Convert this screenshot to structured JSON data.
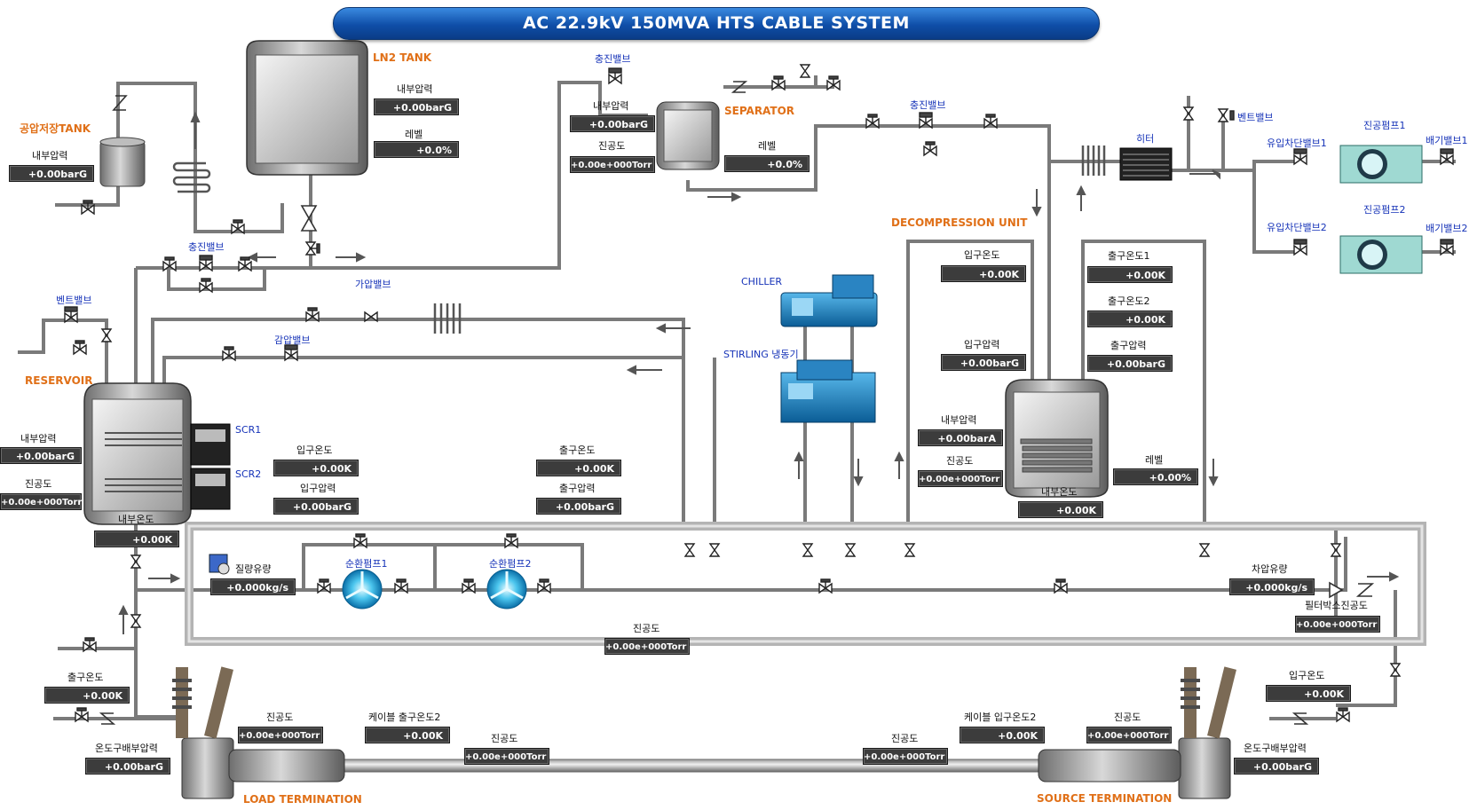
{
  "title": "AC 22.9kV 150MVA HTS CABLE SYSTEM",
  "units": {
    "ln2_tank": "LN2 TANK",
    "air_tank": "공압저장TANK",
    "separator": "SEPARATOR",
    "reservoir": "RESERVOIR",
    "decompression": "DECOMPRESSION UNIT",
    "chiller": "CHILLER",
    "stirling": "STIRLING 냉동기",
    "heater": "히터",
    "load_term": "LOAD TERMINATION",
    "source_term": "SOURCE TERMINATION",
    "scr1": "SCR1",
    "scr2": "SCR2",
    "pump1": "순환펌프1",
    "pump2": "순환펌프2",
    "vac_pump1": "진공펌프1",
    "vac_pump2": "진공펌프2"
  },
  "valves": {
    "fill_sep": "충진밸브",
    "fill_mid": "충진밸브",
    "fill_left": "충진밸브",
    "vent_left": "벤트밸브",
    "vent_right": "벤트밸브",
    "press": "가압밸브",
    "depress": "감압밸브",
    "oil1": "유입차단밸브1",
    "oil2": "유입차단밸브2",
    "exh1": "배기밸브1",
    "exh2": "배기밸브2"
  },
  "air_tank": {
    "pressure_label": "내부압력",
    "pressure": "+0.00barG"
  },
  "ln2_tank": {
    "pressure_label": "내부압력",
    "pressure": "+0.00barG",
    "level_label": "레벨",
    "level": "+0.0%"
  },
  "separator": {
    "pressure_label": "내부압력",
    "pressure": "+0.00barG",
    "vacuum_label": "진공도",
    "vacuum": "+0.00e+000Torr",
    "level_label": "레벨",
    "level": "+0.0%"
  },
  "reservoir": {
    "pressure_label": "내부압력",
    "pressure": "+0.00barG",
    "vacuum_label": "진공도",
    "vacuum": "+0.00e+000Torr",
    "temp_label": "내부온도",
    "temp": "+0.00K"
  },
  "loop": {
    "in_temp_label": "입구온도",
    "in_temp": "+0.00K",
    "in_press_label": "입구압력",
    "in_press": "+0.00barG",
    "out_temp_label": "출구온도",
    "out_temp": "+0.00K",
    "out_press_label": "출구압력",
    "out_press": "+0.00barG",
    "mass_flow_label": "질량유량",
    "mass_flow": "+0.000kg/s",
    "diff_flow_label": "차압유량",
    "diff_flow": "+0.000kg/s",
    "filter_vac_label": "필터박스진공도",
    "filter_vac": "+0.00e+000Torr",
    "vacuum_label": "진공도",
    "vacuum": "+0.00e+000Torr"
  },
  "decomp": {
    "in_temp_label": "입구온도",
    "in_temp": "+0.00K",
    "in_press_label": "입구압력",
    "in_press": "+0.00barG",
    "out_temp1_label": "출구온도1",
    "out_temp1": "+0.00K",
    "out_temp2_label": "출구온도2",
    "out_temp2": "+0.00K",
    "out_press_label": "출구압력",
    "out_press": "+0.00barG",
    "int_press_label": "내부압력",
    "int_press": "+0.00barA",
    "vacuum_label": "진공도",
    "vacuum": "+0.00e+000Torr",
    "level_label": "레벨",
    "level": "+0.00%",
    "int_temp_label": "내부온도",
    "int_temp": "+0.00K"
  },
  "load": {
    "out_temp_label": "출구온도",
    "out_temp": "+0.00K",
    "vac1_label": "진공도",
    "vac1": "+0.00e+000Torr",
    "cable_out_label": "케이블 출구온도2",
    "cable_out": "+0.00K",
    "vac2_label": "진공도",
    "vac2": "+0.00e+000Torr",
    "grad_press_label": "온도구배부압력",
    "grad_press": "+0.00barG"
  },
  "source": {
    "in_temp_label": "입구온도",
    "in_temp": "+0.00K",
    "vac1_label": "진공도",
    "vac1": "+0.00e+000Torr",
    "cable_in_label": "케이블 입구온도2",
    "cable_in": "+0.00K",
    "vac2_label": "진공도",
    "vac2": "+0.00e+000Torr",
    "grad_press_label": "온도구배부압력",
    "grad_press": "+0.00barG"
  },
  "colors": {
    "pipe": "#7a7a7a",
    "orange_label": "#e07018",
    "blue_label": "#1633b8",
    "readout": "#3c3c3c",
    "equip_blue": "#1e88c8"
  }
}
